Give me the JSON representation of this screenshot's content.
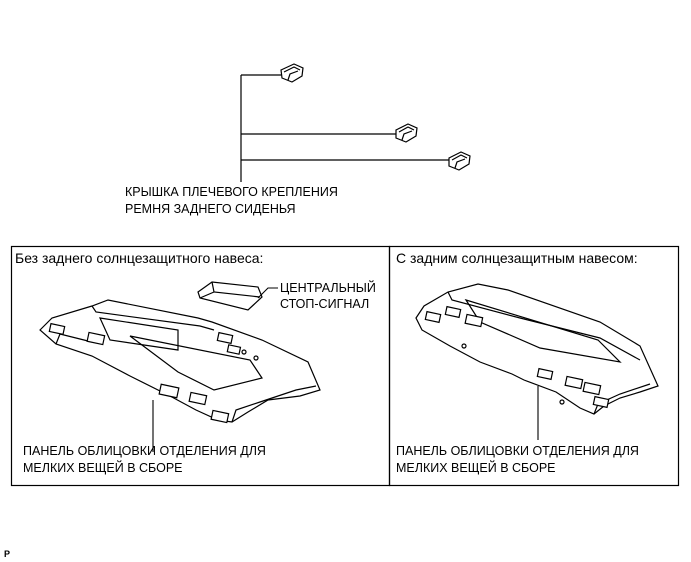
{
  "top_label": {
    "line1": "КРЫШКА ПЛЕЧЕВОГО КРЕПЛЕНИЯ",
    "line2": "РЕМНЯ ЗАДНЕГО СИДЕНЬЯ"
  },
  "left_panel": {
    "header": "Без заднего солнцезащитного навеса:",
    "stop_label_line1": "ЦЕНТРАЛЬНЫЙ",
    "stop_label_line2": "СТОП-СИГНАЛ",
    "assembly_line1": "ПАНЕЛЬ ОБЛИЦОВКИ ОТДЕЛЕНИЯ ДЛЯ",
    "assembly_line2": "МЕЛКИХ ВЕЩЕЙ В СБОРЕ"
  },
  "right_panel": {
    "header": "С задним солнцезащитным навесом:",
    "assembly_line1": "ПАНЕЛЬ ОБЛИЦОВКИ ОТДЕЛЕНИЯ ДЛЯ",
    "assembly_line2": "МЕЛКИХ ВЕЩЕЙ В СБОРЕ"
  },
  "corner_mark": "P"
}
